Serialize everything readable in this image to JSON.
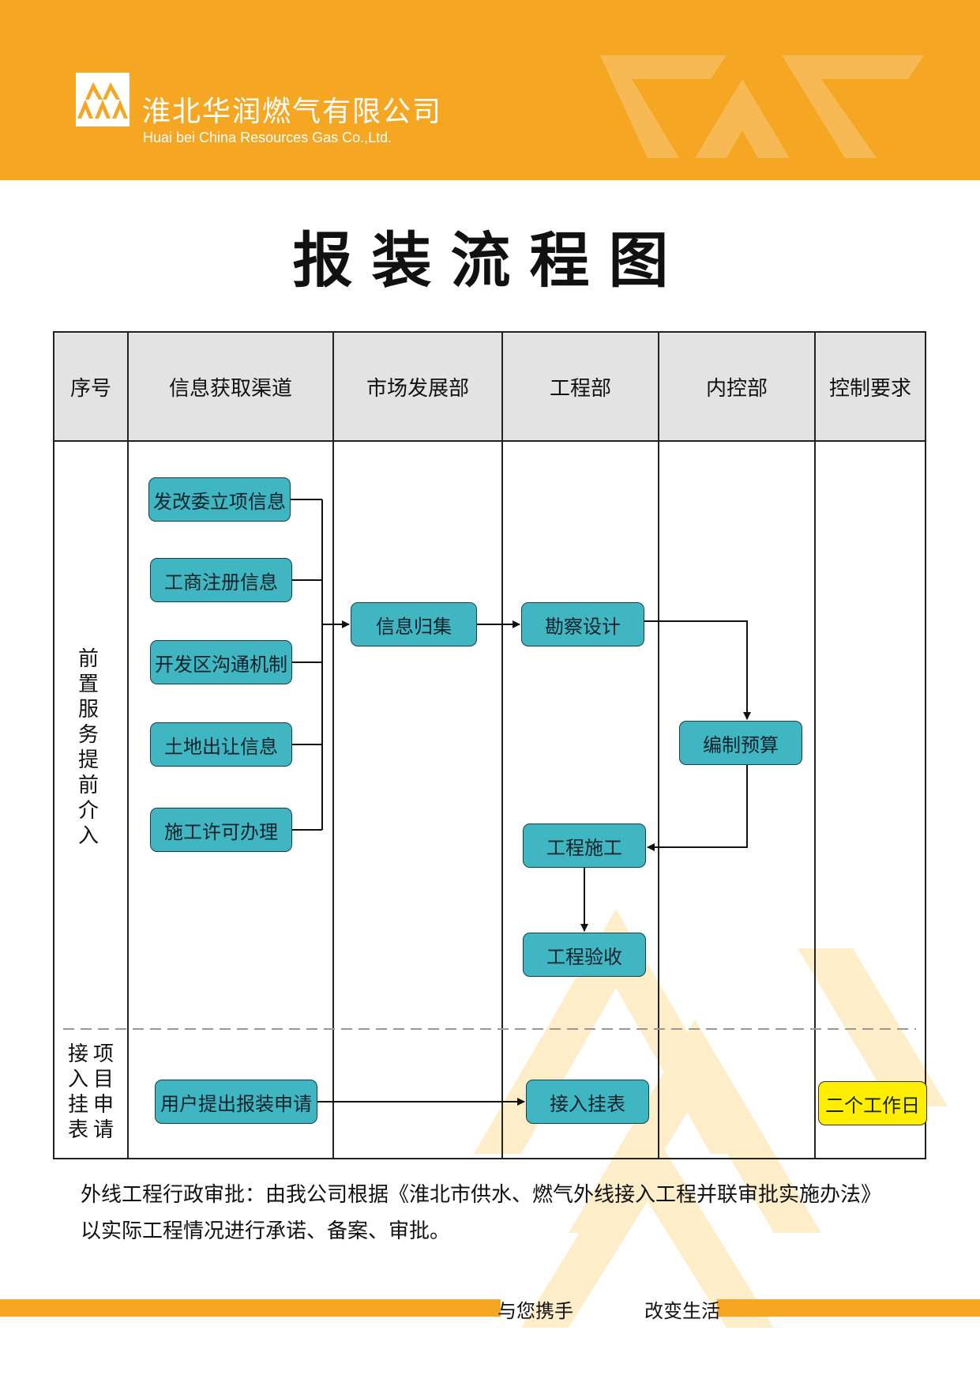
{
  "colors": {
    "brand_orange": "#f5a623",
    "node_teal": "#3fb6c2",
    "node_yellow": "#ffee00"
  },
  "header": {
    "logo_icon": "triple-peak-logo",
    "company_cn": "淮北华润燃气有限公司",
    "company_en": "Huai bei China Resources Gas Co.,Ltd."
  },
  "title": "报装流程图",
  "table": {
    "headers": [
      "序号",
      "信息获取渠道",
      "市场发展部",
      "工程部",
      "内控部",
      "控制要求"
    ],
    "sections": [
      {
        "label": "前置服务提前介入"
      },
      {
        "label_col1": "项目申请",
        "label_col2": "接入挂表"
      }
    ]
  },
  "nodes": {
    "source_1": "发改委立项信息",
    "source_2": "工商注册信息",
    "source_3": "开发区沟通机制",
    "source_4": "土地出让信息",
    "source_5": "施工许可办理",
    "collect": "信息归集",
    "survey": "勘察设计",
    "budget": "编制预算",
    "construction": "工程施工",
    "acceptance": "工程验收",
    "user_apply": "用户提出报装申请",
    "meter": "接入挂表",
    "requirement": "二个工作日"
  },
  "note": {
    "line1": "外线工程行政审批：由我公司根据《淮北市供水、燃气外线接入工程并联审批实施办法》",
    "line2": "以实际工程情况进行承诺、备案、审批。"
  },
  "footer": {
    "slogan_1": "与您携手",
    "slogan_2": "改变生活"
  }
}
